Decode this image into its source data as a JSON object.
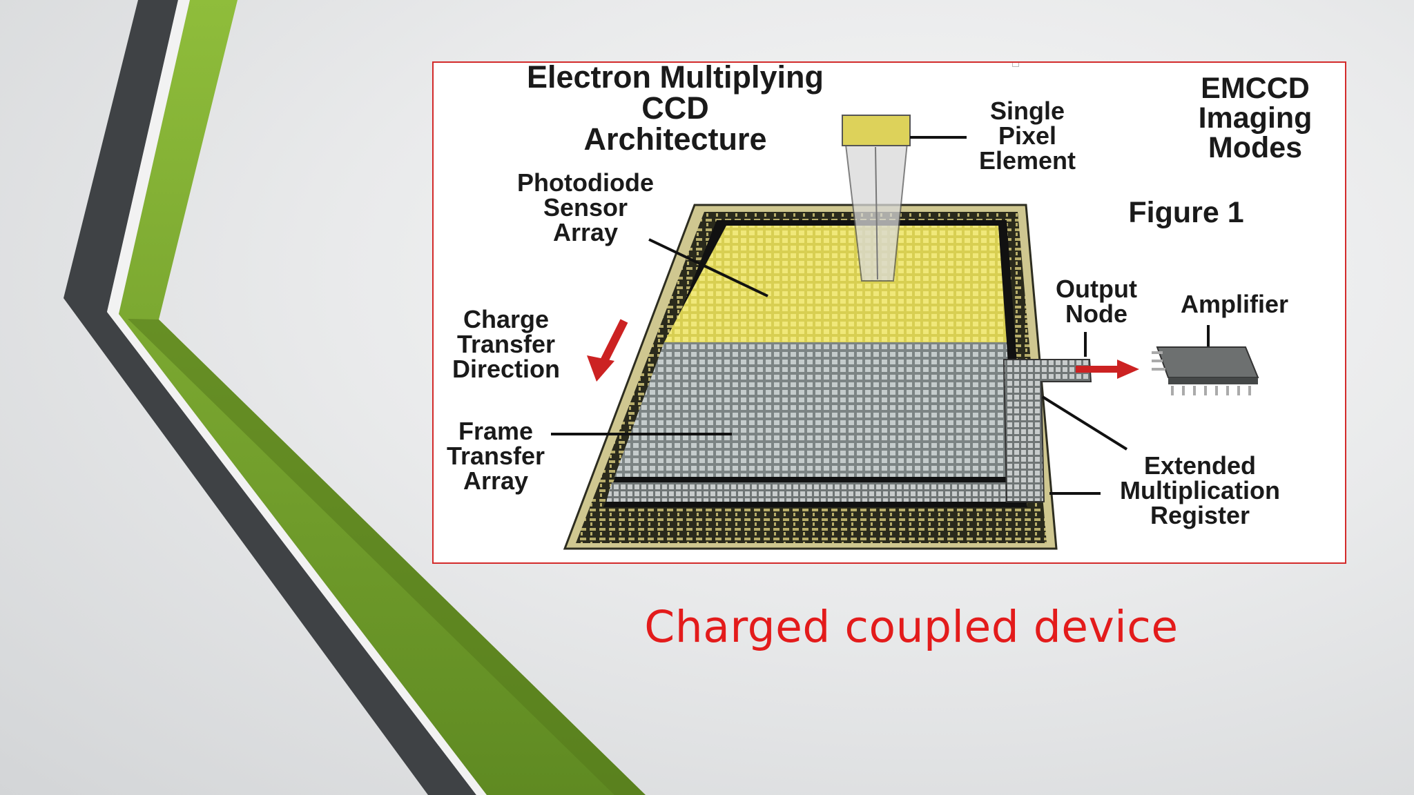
{
  "slide": {
    "accent_colors": {
      "green": "#7aa62e",
      "dark_gray": "#3f4245",
      "caption_red": "#e31b1b",
      "frame_red": "#d32a2a"
    },
    "caption": "Charged coupled device"
  },
  "figure": {
    "title": "Electron Multiplying\nCCD\nArchitecture",
    "modes_label": "EMCCD\nImaging\nModes",
    "figure_label": "Figure 1",
    "labels": {
      "single_pixel": "Single\nPixel\nElement",
      "photodiode": "Photodiode\nSensor\nArray",
      "charge_transfer": "Charge\nTransfer\nDirection",
      "frame_transfer": "Frame\nTransfer\nArray",
      "output_node": "Output\nNode",
      "amplifier": "Amplifier",
      "multiplication_register": "Extended\nMultiplication\nRegister"
    }
  }
}
